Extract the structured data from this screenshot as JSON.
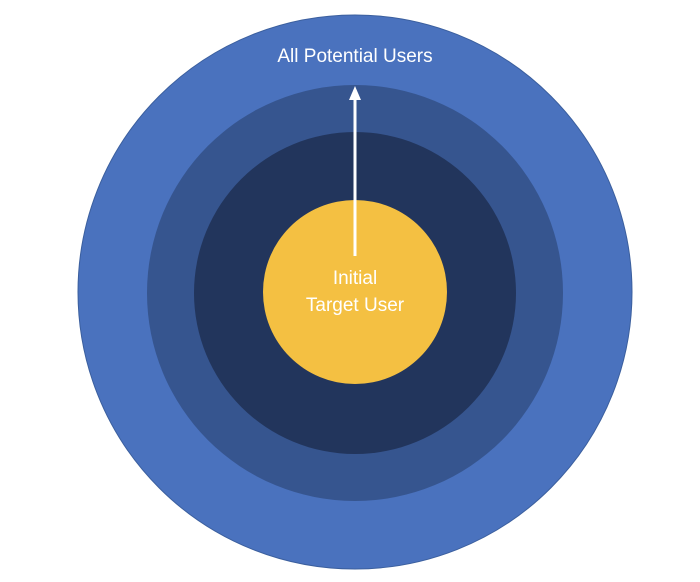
{
  "diagram": {
    "outer_label": "All Potential Users",
    "inner_label_line1": "Initial",
    "inner_label_line2": "Target User",
    "colors": {
      "ring_outer": "#4A72BE",
      "ring_second": "#36558F",
      "ring_third": "#22355C",
      "core": "#F4C042",
      "arrow": "#FFFFFF"
    }
  }
}
